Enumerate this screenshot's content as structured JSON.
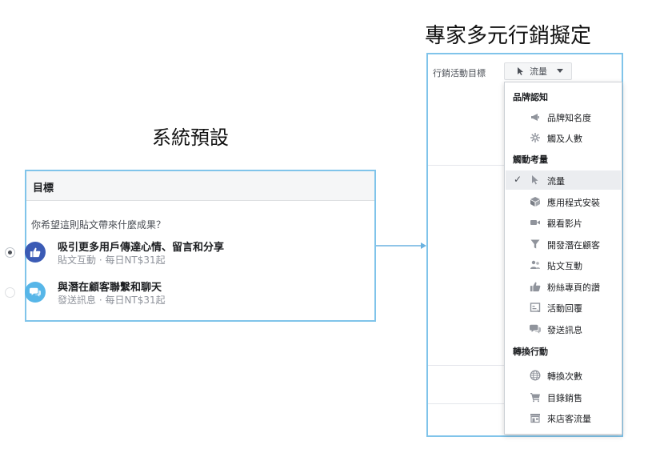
{
  "left_heading": "系統預設",
  "right_heading": "專家多元行銷擬定",
  "default_card": {
    "header": "目標",
    "question": "你希望這則貼文帶來什麼成果？",
    "options": [
      {
        "title": "吸引更多用戶傳達心情、留言和分享",
        "subtitle": "貼文互動 · 每日NT$31起",
        "selected": true,
        "icon": "thumbs-up-icon",
        "icon_color": "#3b5bb5"
      },
      {
        "title": "與潛在顧客聯繫和聊天",
        "subtitle": "發送訊息 · 每日NT$31起",
        "selected": false,
        "icon": "chat-bubbles-icon",
        "icon_color": "#57b6e8"
      }
    ]
  },
  "expert_panel": {
    "label": "行銷活動目標",
    "selected_value": "流量",
    "groups": [
      {
        "header": "品牌認知",
        "items": [
          {
            "label": "品牌知名度",
            "icon": "megaphone-icon"
          },
          {
            "label": "觸及人數",
            "icon": "reach-burst-icon"
          }
        ]
      },
      {
        "header": "觸動考量",
        "items": [
          {
            "label": "流量",
            "icon": "cursor-icon",
            "selected": true
          },
          {
            "label": "應用程式安裝",
            "icon": "box-icon"
          },
          {
            "label": "觀看影片",
            "icon": "video-camera-icon"
          },
          {
            "label": "開發潛在顧客",
            "icon": "funnel-icon"
          },
          {
            "label": "貼文互動",
            "icon": "people-icon"
          },
          {
            "label": "粉絲專頁的讚",
            "icon": "thumbs-up-icon"
          },
          {
            "label": "活動回覆",
            "icon": "event-icon"
          },
          {
            "label": "發送訊息",
            "icon": "chat-bubbles-icon"
          }
        ]
      },
      {
        "header": "轉換行動",
        "items": [
          {
            "label": "轉換次數",
            "icon": "globe-icon"
          },
          {
            "label": "目錄銷售",
            "icon": "shopping-cart-icon"
          },
          {
            "label": "來店客流量",
            "icon": "store-icon"
          }
        ]
      }
    ]
  },
  "colors": {
    "panel_border": "#80c4ea",
    "icon_gray": "#90949c",
    "arrow": "#6ab2e0"
  }
}
